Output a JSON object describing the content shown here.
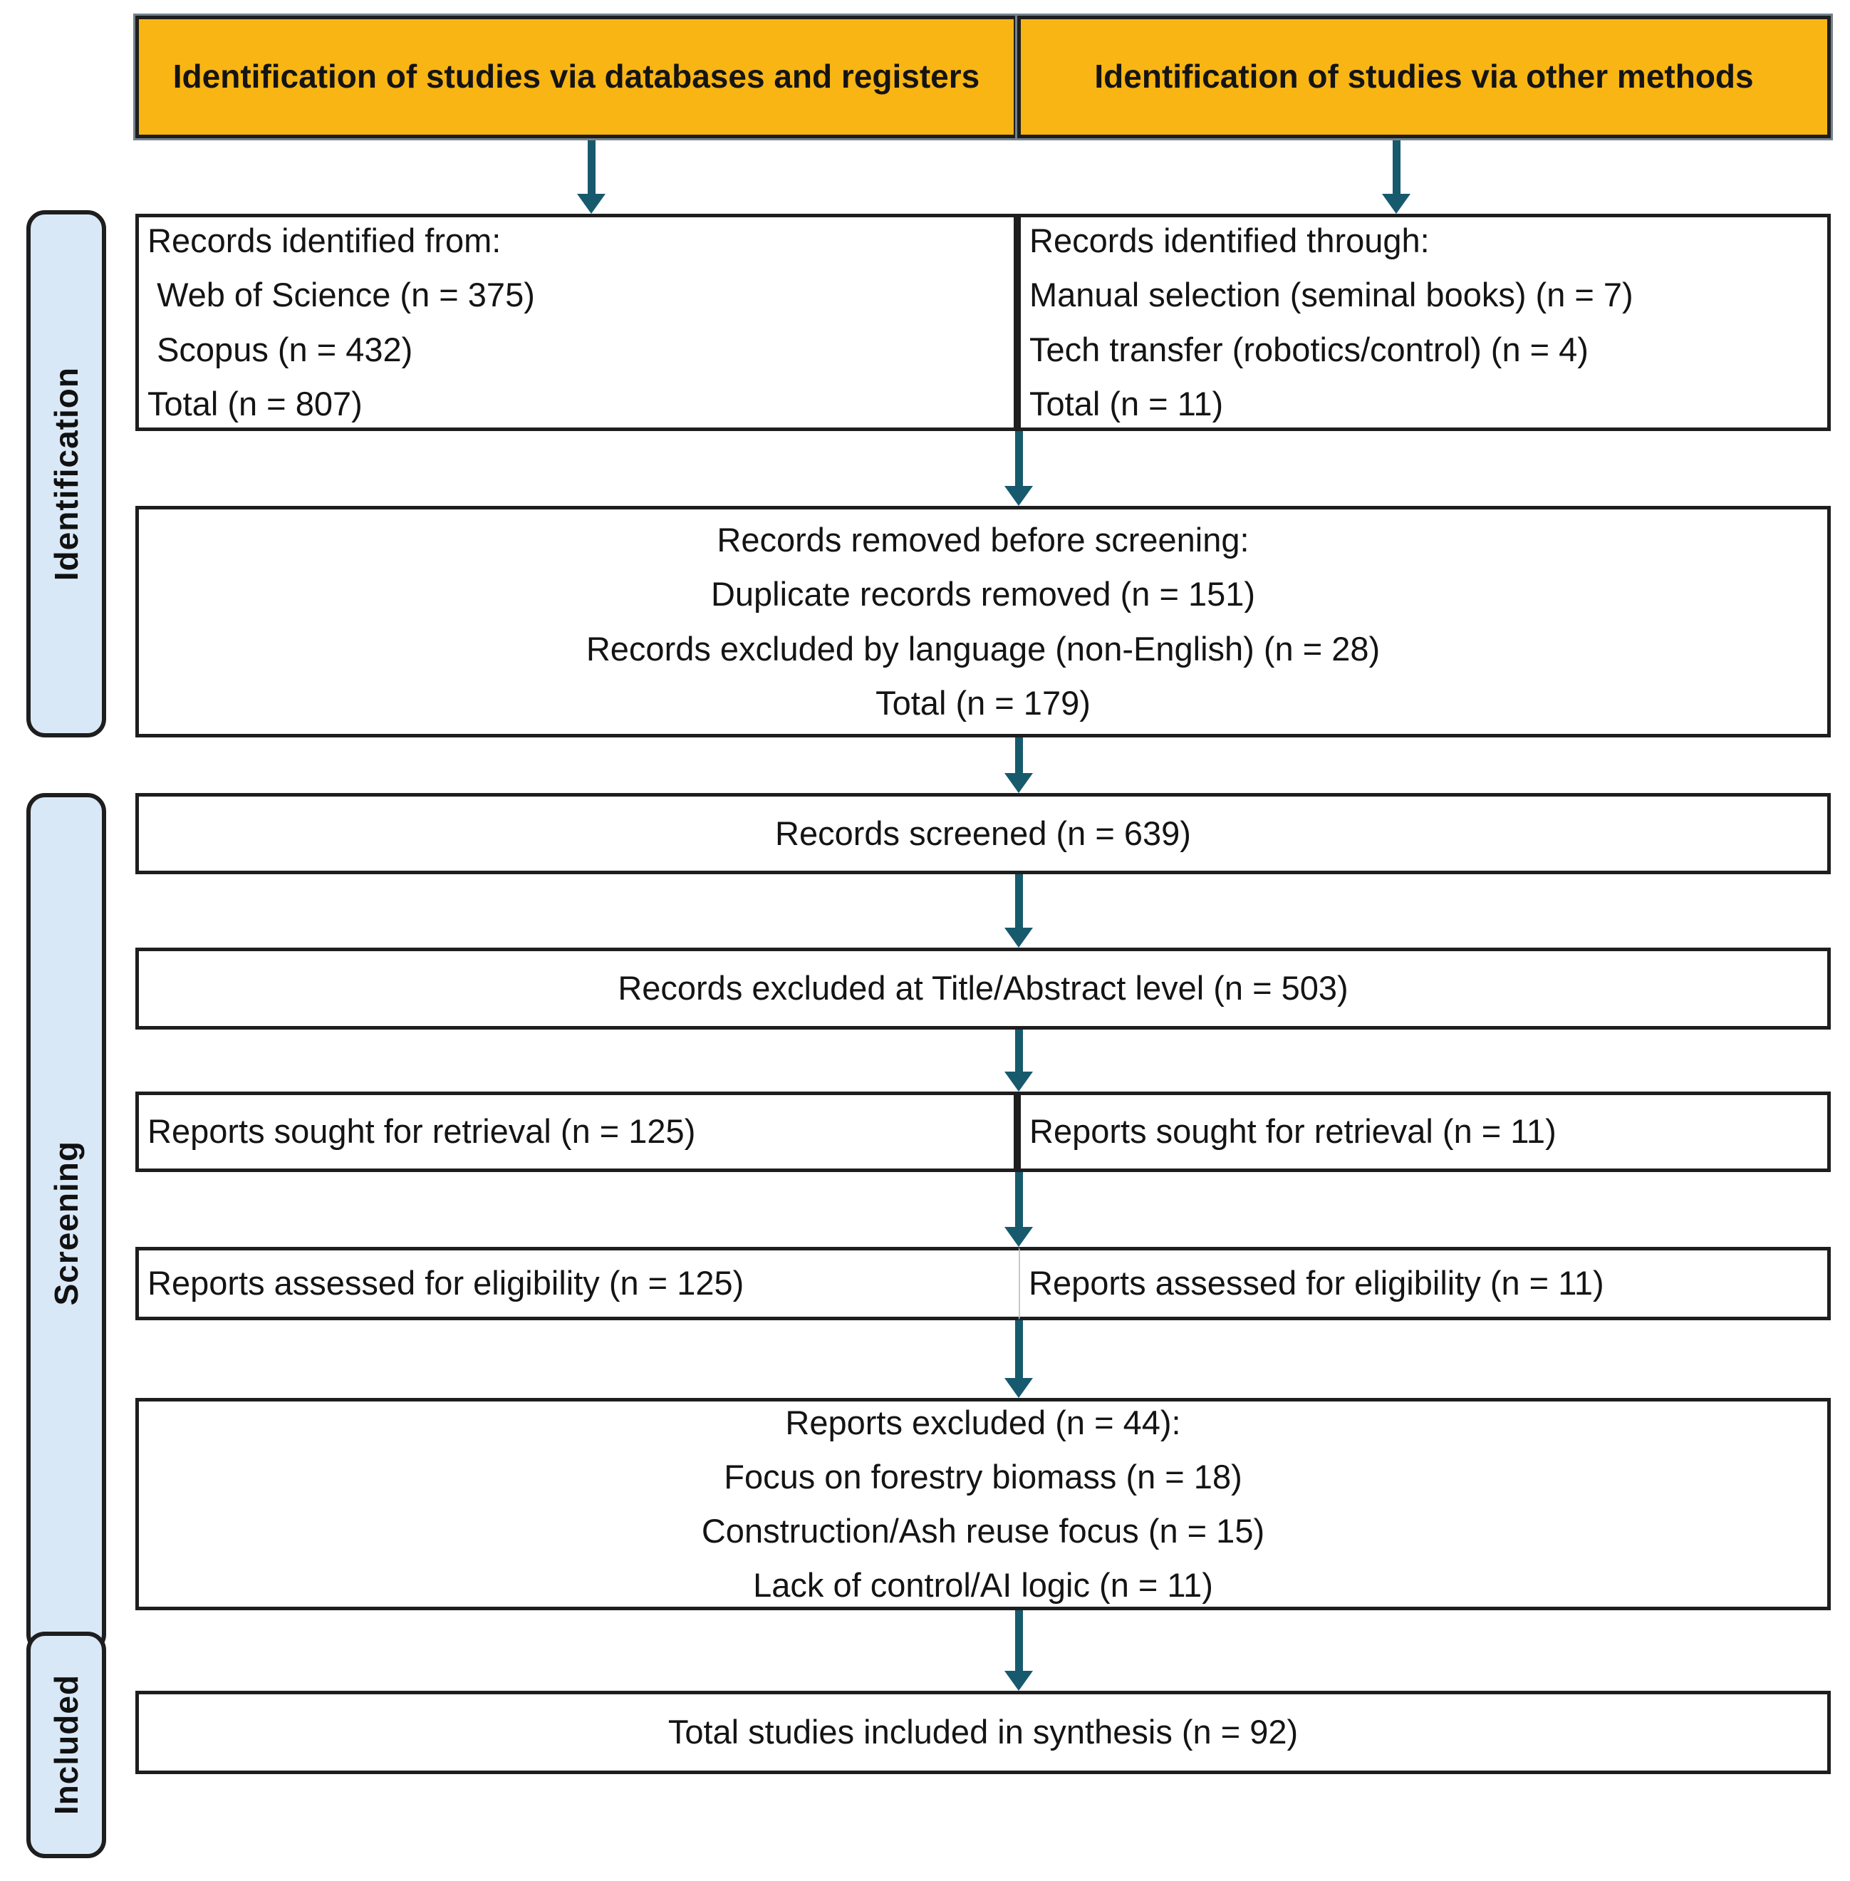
{
  "colors": {
    "header_bg": "#F8B513",
    "sidebar_bg": "#D9E8F7",
    "arrow": "#175A6E",
    "border": "#1E1E1E"
  },
  "headers": {
    "left": "Identification of studies via databases and registers",
    "right": "Identification of studies via other methods"
  },
  "sidebar": {
    "identification": "Identification",
    "screening": "Screening",
    "included": "Included"
  },
  "boxes": {
    "identified_db": {
      "lines": [
        "Records identified from:",
        " Web of Science (n = 375)",
        " Scopus (n = 432)",
        "Total (n = 807)"
      ]
    },
    "identified_other": {
      "lines": [
        "Records identified through:",
        "Manual selection (seminal books) (n = 7)",
        "Tech transfer (robotics/control) (n = 4)",
        "Total (n = 11)"
      ]
    },
    "removed_before_screening": {
      "lines": [
        "Records removed before screening:",
        "Duplicate records removed (n = 151)",
        "Records excluded by language (non-English) (n = 28)",
        "Total (n = 179)"
      ]
    },
    "screened": "Records screened (n = 639)",
    "excluded_title_abstract": "Records excluded at Title/Abstract level (n = 503)",
    "sought_db": "Reports sought for retrieval (n = 125)",
    "sought_other": "Reports sought for retrieval (n = 11)",
    "assessed_db": "Reports assessed for eligibility (n = 125)",
    "assessed_other": "Reports assessed for eligibility (n = 11)",
    "reports_excluded": {
      "lines": [
        "Reports excluded (n = 44):",
        "Focus on forestry biomass (n = 18)",
        "Construction/Ash reuse focus (n = 15)",
        "Lack of control/AI logic (n = 11)"
      ]
    },
    "included_total": "Total studies included in synthesis (n = 92)"
  }
}
